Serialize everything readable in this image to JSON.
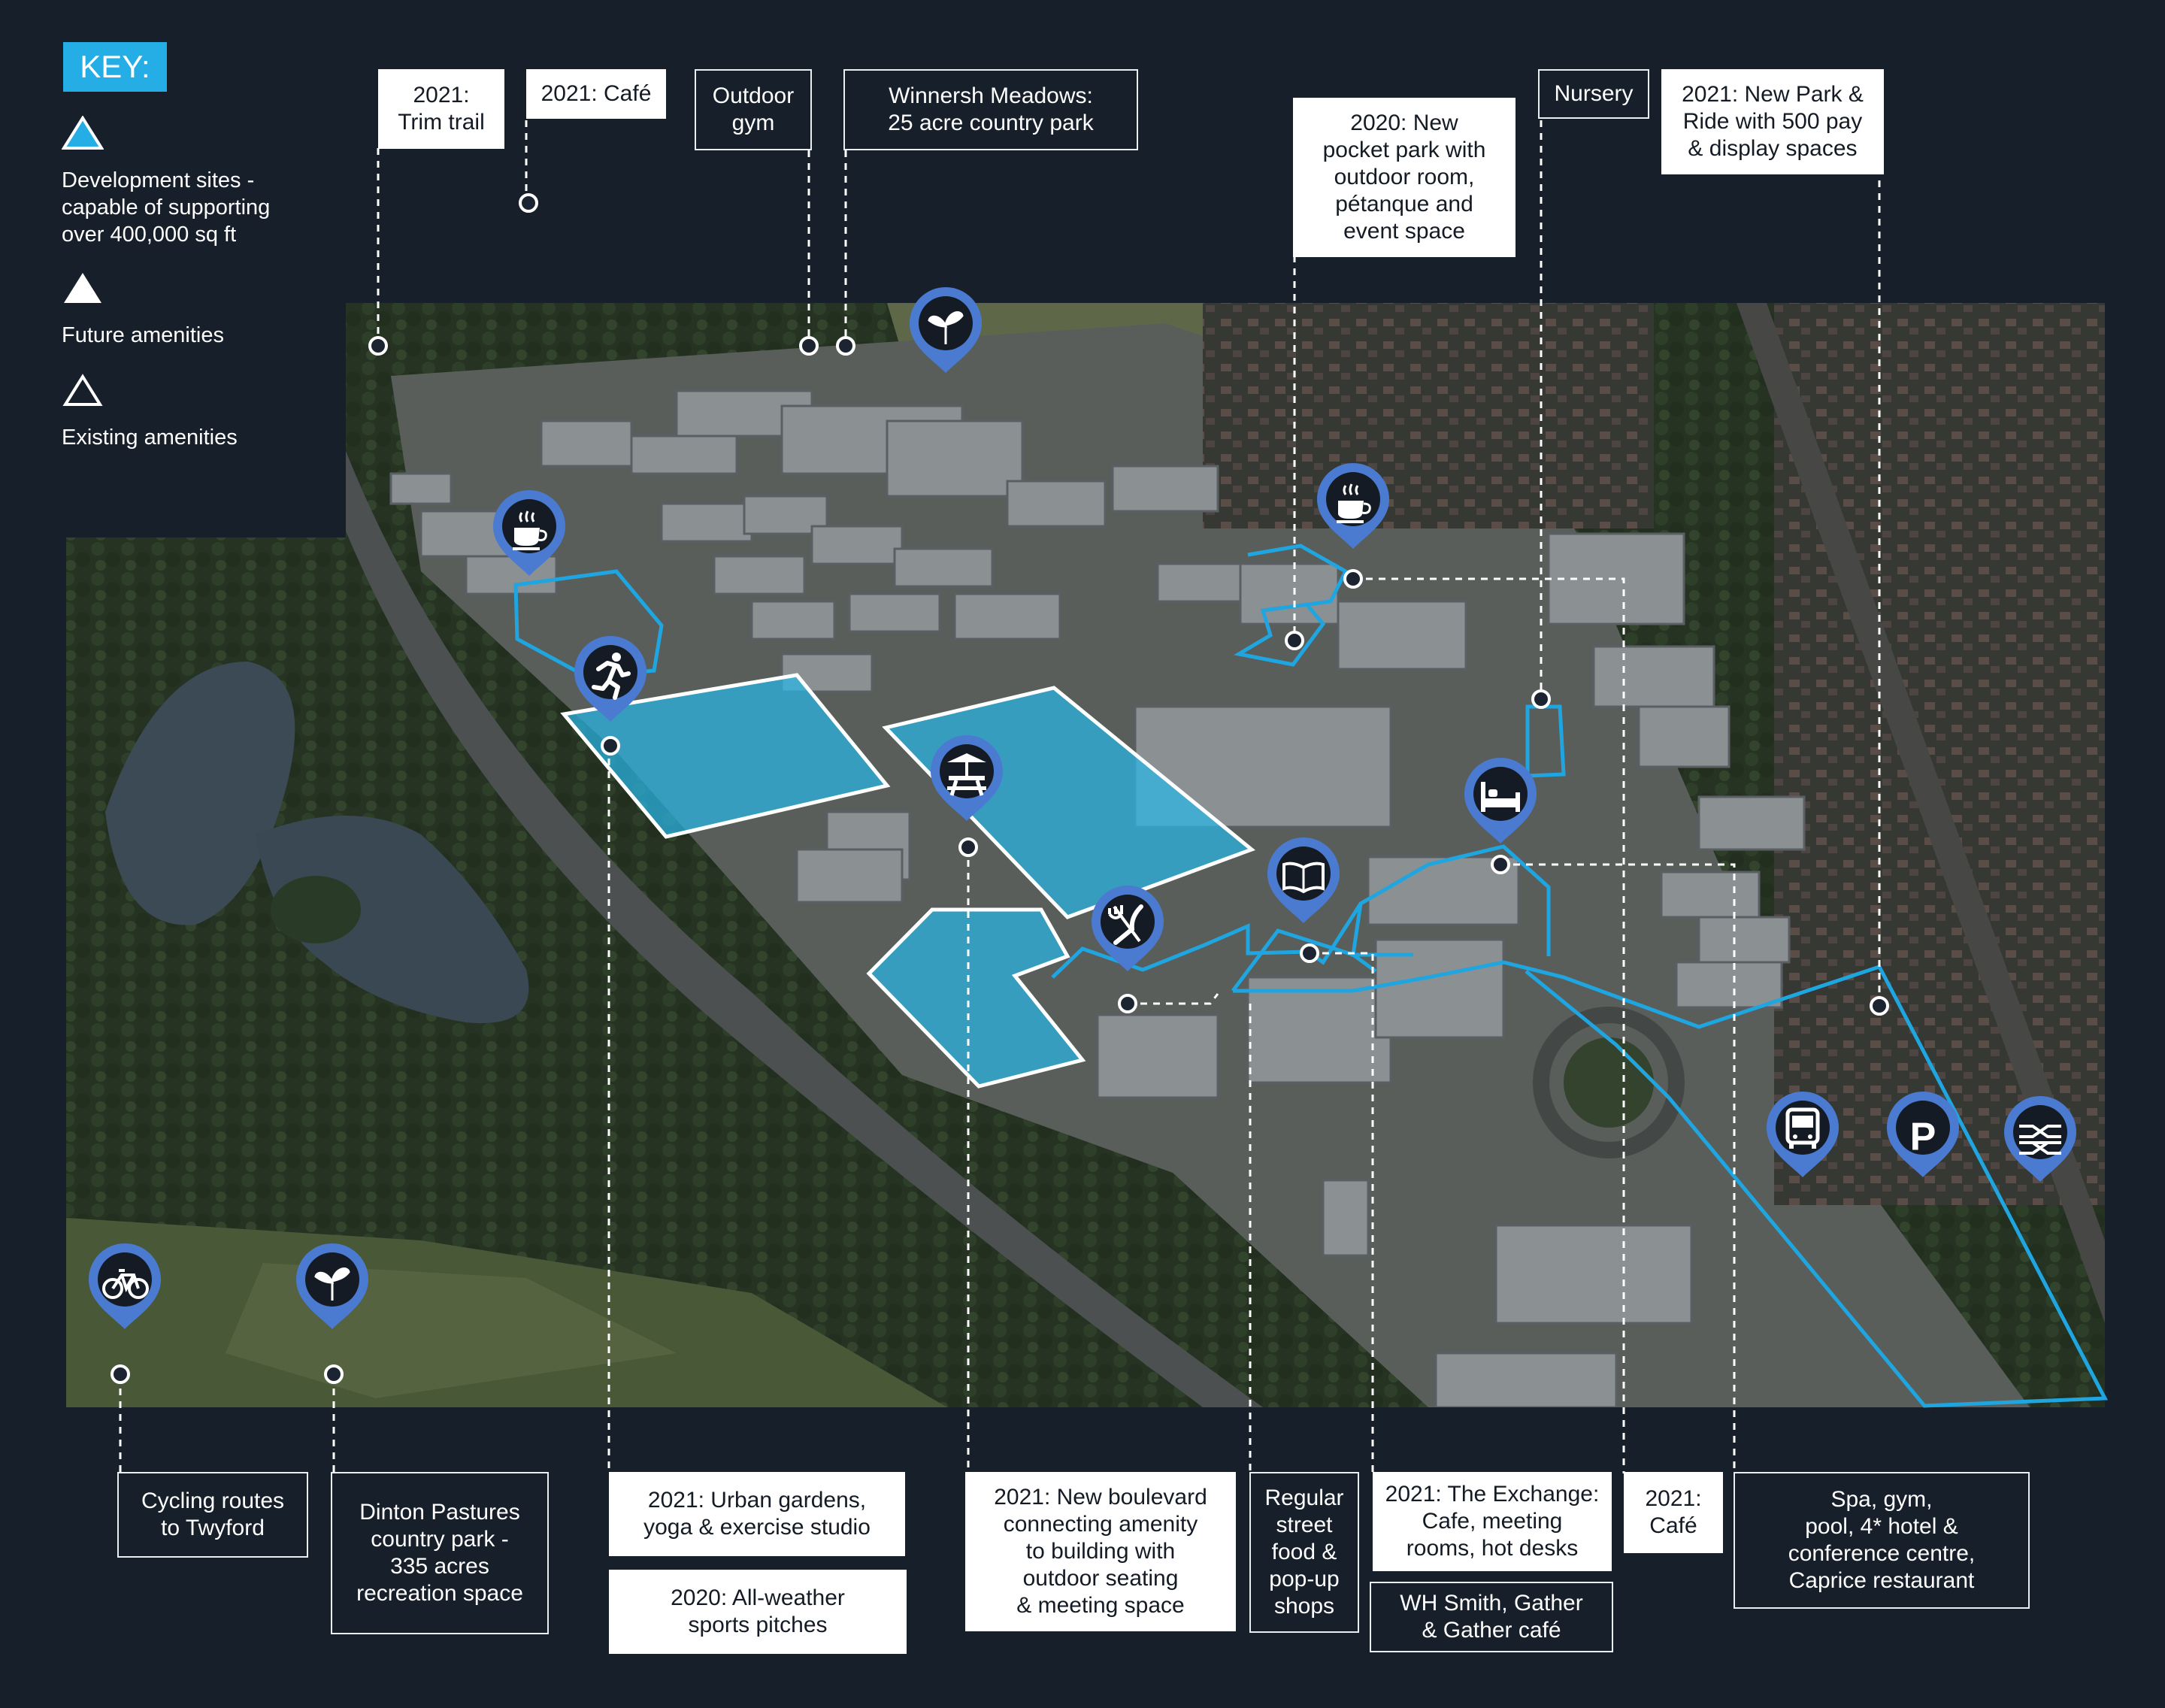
{
  "key": {
    "title": "KEY:",
    "development": "Development sites - capable of supporting over 400,000 sq ft",
    "future": "Future amenities",
    "existing": "Existing amenities"
  },
  "colors": {
    "background": "#161f2a",
    "accent": "#24aee5",
    "marker": "#4a7bd0",
    "site_fill": "#29b6e6"
  },
  "top_callouts": [
    {
      "id": "trim-trail",
      "text": "2021:\nTrim trail",
      "style": "white"
    },
    {
      "id": "cafe-2021",
      "text": "2021: Café",
      "style": "white"
    },
    {
      "id": "outdoor-gym",
      "text": "Outdoor\ngym",
      "style": "dark"
    },
    {
      "id": "winnersh-meadows",
      "text": "Winnersh Meadows:\n25 acre country park",
      "style": "dark"
    },
    {
      "id": "pocket-park",
      "text": "2020: New\npocket park with\noutdoor room,\npétanque and\nevent space",
      "style": "white"
    },
    {
      "id": "nursery",
      "text": "Nursery",
      "style": "dark"
    },
    {
      "id": "park-ride",
      "text": "2021: New Park &\nRide with 500 pay\n& display spaces",
      "style": "white"
    }
  ],
  "bottom_callouts": [
    {
      "id": "cycling",
      "text": "Cycling routes\nto Twyford",
      "style": "dark"
    },
    {
      "id": "dinton",
      "text": "Dinton Pastures\ncountry park -\n335 acres\nrecreation space",
      "style": "dark"
    },
    {
      "id": "urban-gardens",
      "text": "2021: Urban gardens,\nyoga & exercise studio",
      "style": "white"
    },
    {
      "id": "sports-pitches",
      "text": "2020: All-weather\nsports pitches",
      "style": "white"
    },
    {
      "id": "boulevard",
      "text": "2021: New boulevard\nconnecting amenity\nto building with\noutdoor seating\n& meeting space",
      "style": "white"
    },
    {
      "id": "street-food",
      "text": "Regular\nstreet\nfood &\npop-up\nshops",
      "style": "dark"
    },
    {
      "id": "exchange",
      "text": "2021: The Exchange:\nCafe, meeting\nrooms, hot desks",
      "style": "white"
    },
    {
      "id": "whsmith",
      "text": "WH Smith, Gather\n& Gather café",
      "style": "dark"
    },
    {
      "id": "cafe-2021b",
      "text": "2021:\nCafé",
      "style": "white"
    },
    {
      "id": "spa",
      "text": "Spa, gym,\npool, 4* hotel &\nconference centre,\nCaprice restaurant",
      "style": "dark"
    }
  ],
  "markers": [
    {
      "id": "winnersh-meadows-pin",
      "icon": "leaf-icon"
    },
    {
      "id": "cafe-pin",
      "icon": "coffee-cup-icon"
    },
    {
      "id": "running-pin",
      "icon": "running-person-icon"
    },
    {
      "id": "picnic-pin",
      "icon": "picnic-table-icon"
    },
    {
      "id": "dining-pin",
      "icon": "fork-knife-icon"
    },
    {
      "id": "book-pin",
      "icon": "book-icon"
    },
    {
      "id": "pocket-park-cafe-pin",
      "icon": "coffee-cup-icon"
    },
    {
      "id": "hotel-pin",
      "icon": "bed-icon"
    },
    {
      "id": "bus-pin",
      "icon": "bus-icon"
    },
    {
      "id": "parking-pin",
      "icon": "parking-icon"
    },
    {
      "id": "rail-pin",
      "icon": "railway-icon"
    },
    {
      "id": "cycling-pin",
      "icon": "bicycle-icon"
    },
    {
      "id": "dinton-pin",
      "icon": "leaf-icon"
    }
  ],
  "parking_letter": "P"
}
